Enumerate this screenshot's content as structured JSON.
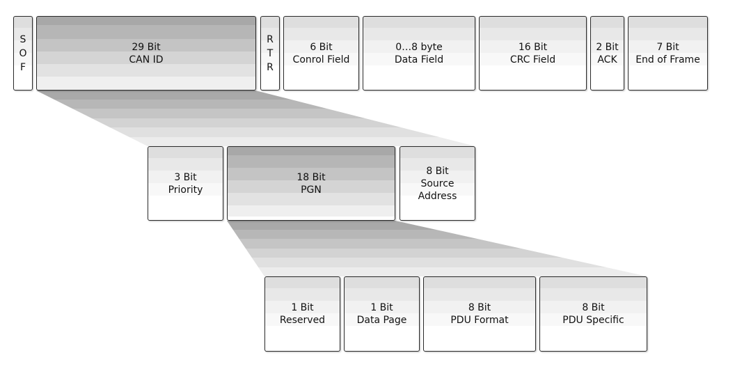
{
  "row1": {
    "sof": [
      "S",
      "O",
      "F"
    ],
    "can_id": [
      "29 Bit",
      "CAN ID"
    ],
    "rtr": [
      "R",
      "T",
      "R"
    ],
    "control": [
      "6 Bit",
      "Conrol Field"
    ],
    "data": [
      "0…8 byte",
      "Data Field"
    ],
    "crc": [
      "16 Bit",
      "CRC Field"
    ],
    "ack": [
      "2 Bit",
      "ACK"
    ],
    "eof": [
      "7 Bit",
      "End of Frame"
    ]
  },
  "row2": {
    "priority": [
      "3 Bit",
      "Priority"
    ],
    "pgn": [
      "18 Bit",
      "PGN"
    ],
    "source": [
      "8 Bit",
      "Source",
      "Address"
    ]
  },
  "row3": {
    "reserved": [
      "1 Bit",
      "Reserved"
    ],
    "data_page": [
      "1 Bit",
      "Data Page"
    ],
    "pdu_format": [
      "8 Bit",
      "PDU Format"
    ],
    "pdu_specific": [
      "8 Bit",
      "PDU Specific"
    ]
  }
}
